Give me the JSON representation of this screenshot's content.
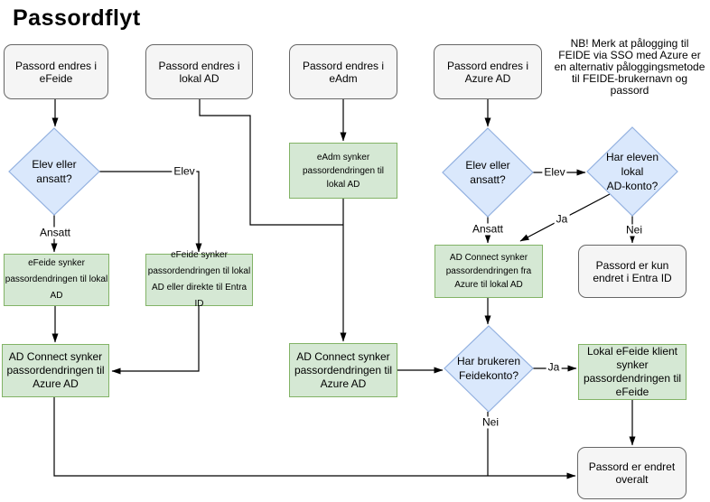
{
  "title": "Passordflyt",
  "note": "NB! Merk at pålogging til\nFEIDE via SSO med Azure er\nen alternativ påloggingsmetode\ntil FEIDE-brukernavn og\npassord",
  "colors": {
    "start_fill": "#f5f5f5",
    "start_stroke": "#666666",
    "process_fill": "#d5e8d4",
    "process_stroke": "#82b366",
    "decision_fill": "#dae8fc",
    "decision_stroke": "#93b1e0",
    "line": "#000000"
  },
  "nodes": {
    "start_efeide": {
      "label": "Passord endres i\neFeide"
    },
    "start_lokal_ad": {
      "label": "Passord endres i\nlokal AD"
    },
    "start_eadm": {
      "label": "Passord endres i\neAdm"
    },
    "start_azure_ad": {
      "label": "Passord endres i\nAzure AD"
    },
    "decision_elev_ansatt_left": {
      "label": "Elev eller\nansatt?"
    },
    "decision_elev_ansatt_right": {
      "label": "Elev eller\nansatt?"
    },
    "decision_ad_konto": {
      "label": "Har eleven lokal\nAD-konto?"
    },
    "decision_feidekonto": {
      "label": "Har brukeren\nFeidekonto?"
    },
    "proc_efeide_sync_lokal": {
      "label": "eFeide synker\npassordendringen til lokal\nAD"
    },
    "proc_efeide_sync_entra": {
      "label": "eFeide synker\npassordendringen til lokal\nAD eller direkte til Entra ID"
    },
    "proc_eadm_sync": {
      "label": "eAdm synker\npassordendringen til\nlokal AD"
    },
    "proc_adc_fra_azure": {
      "label": "AD Connect synker\npassordendringen fra\nAzure til lokal AD"
    },
    "proc_adc_left": {
      "label": "AD Connect synker\npassordendringen til\nAzure AD"
    },
    "proc_adc_mid": {
      "label": "AD Connect synker\npassordendringen til\nAzure AD"
    },
    "proc_lokal_klient": {
      "label": "Lokal eFeide klient\nsynker\npassordendringen til\neFeide"
    },
    "end_entra_only": {
      "label": "Passord er kun\nendret i Entra ID"
    },
    "end_overalt": {
      "label": "Passord er endret\noveralt"
    }
  },
  "edge_labels": {
    "elev_left": "Elev",
    "ansatt_left": "Ansatt",
    "elev_right": "Elev",
    "ansatt_right": "Ansatt",
    "ja_adkonto": "Ja",
    "nei_adkonto": "Nei",
    "ja_feidekonto": "Ja",
    "nei_feidekonto": "Nei"
  }
}
